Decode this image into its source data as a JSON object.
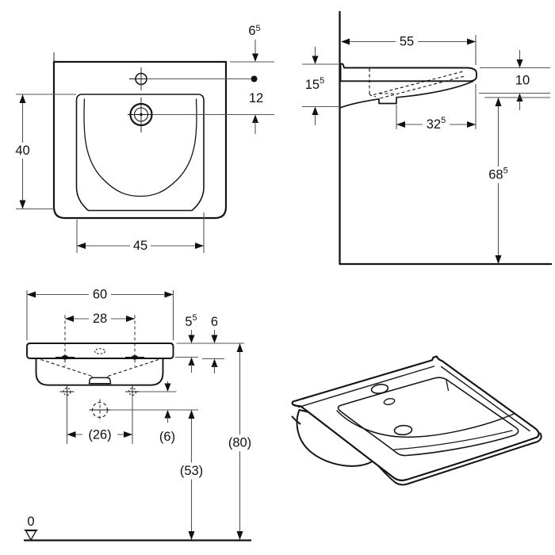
{
  "drawing_type": "washbasin technical dimension drawing",
  "colors": {
    "line": "#151515",
    "dimension": "#555555",
    "background": "#ffffff"
  },
  "plan": {
    "tap_offset": {
      "v": "6",
      "s": "5"
    },
    "hole_gap": {
      "v": "12",
      "s": ""
    },
    "bowl_depth": {
      "v": "40",
      "s": ""
    },
    "bowl_width": {
      "v": "45",
      "s": ""
    }
  },
  "side": {
    "depth": {
      "v": "55",
      "s": ""
    },
    "rear_height": {
      "v": "15",
      "s": "5"
    },
    "front_thickness": {
      "v": "10",
      "s": ""
    },
    "drain_to_front": {
      "v": "32",
      "s": "5"
    },
    "underside_height": {
      "v": "68",
      "s": "5"
    }
  },
  "front": {
    "width": {
      "v": "60",
      "s": ""
    },
    "tap_spacing": {
      "v": "28",
      "s": ""
    },
    "tap_drop": {
      "v": "5",
      "s": "5"
    },
    "edge_thickness": {
      "v": "6",
      "s": ""
    },
    "fixing_spacing": {
      "v": "(26)",
      "s": ""
    },
    "fixing_to_trap": {
      "v": "(6)",
      "s": ""
    },
    "trap_height": {
      "v": "(53)",
      "s": ""
    },
    "mount_height": {
      "v": "(80)",
      "s": ""
    },
    "datum": {
      "v": "0",
      "s": ""
    }
  }
}
